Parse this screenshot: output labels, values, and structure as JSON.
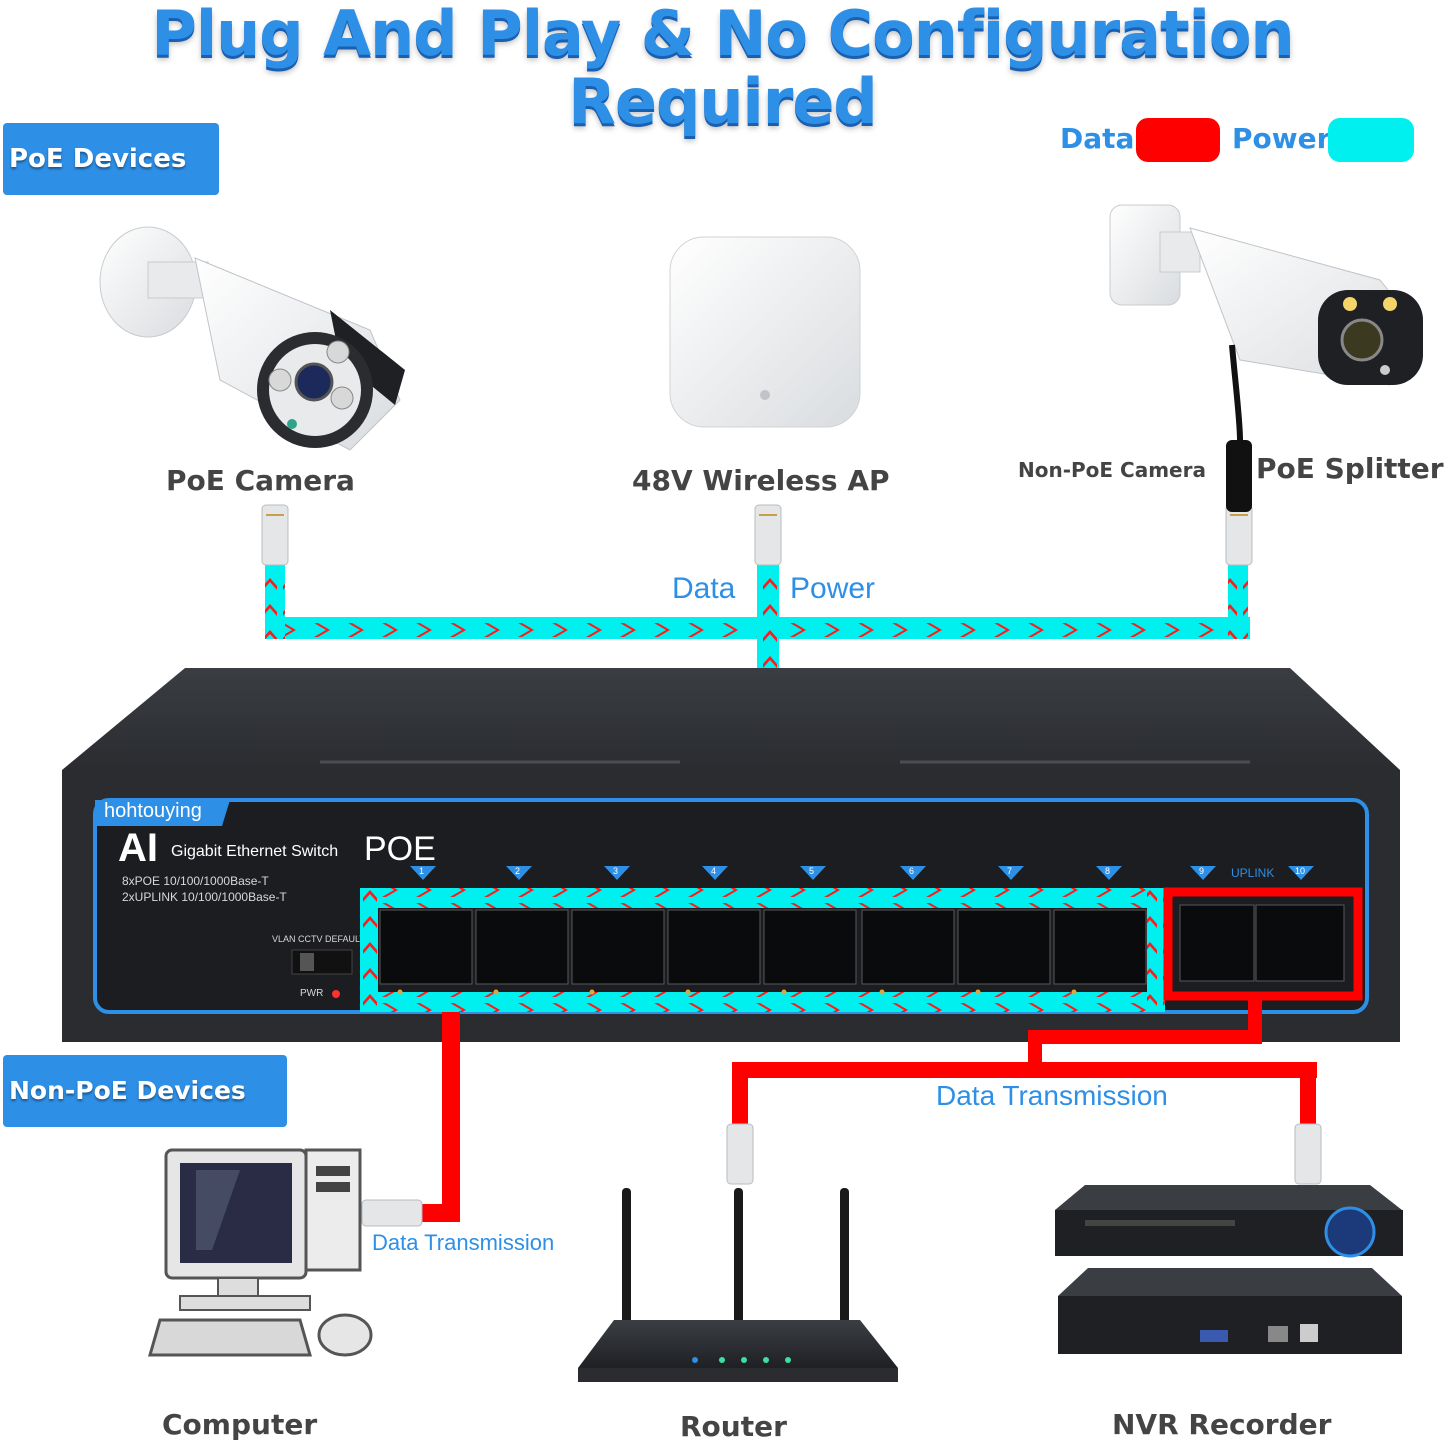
{
  "headline": "Plug And Play & No Configuration Required",
  "sections": {
    "poe_devices": "PoE Devices",
    "non_poe_devices": "Non-PoE Devices"
  },
  "legend": {
    "data_label": "Data",
    "data_color": "#ff0000",
    "power_label": "Power",
    "power_color": "#00f0f0"
  },
  "devices": {
    "poe_camera": "PoE Camera",
    "wireless_ap": "48V Wireless AP",
    "non_poe_camera": "Non-PoE Camera",
    "poe_splitter": "PoE Splitter",
    "computer": "Computer",
    "router": "Router",
    "nvr": "NVR Recorder"
  },
  "flow_labels": {
    "data": "Data",
    "power": "Power",
    "data_transmission": "Data Transmission"
  },
  "switch": {
    "brand": "hohtouying",
    "ai": "AI",
    "model": "Gigabit Ethernet Switch",
    "poe": "POE",
    "spec1": "8xPOE 10/100/1000Base-T",
    "spec2": "2xUPLINK 10/100/1000Base-T",
    "modes": "VLAN  CCTV  DEFAULT",
    "pwr": "PWR",
    "uplink": "UPLINK",
    "ports": [
      "1",
      "2",
      "3",
      "4",
      "5",
      "6",
      "7",
      "8",
      "9",
      "10"
    ],
    "accent_color": "#2d8fe6"
  },
  "colors": {
    "brand_blue": "#2d8fe6",
    "data_red": "#ff0000",
    "power_cyan": "#00f0f0"
  }
}
